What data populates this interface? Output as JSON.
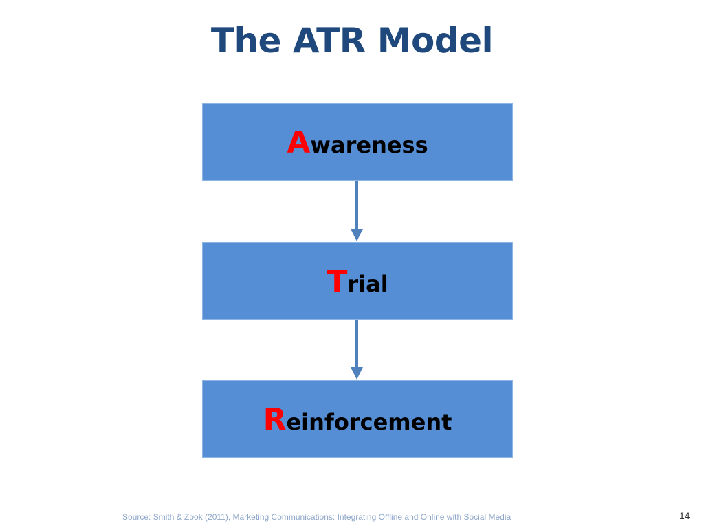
{
  "slide": {
    "title": "The ATR Model",
    "steps": [
      {
        "initial": "A",
        "rest": "wareness"
      },
      {
        "initial": "T",
        "rest": "rial"
      },
      {
        "initial": "R",
        "rest": "einforcement"
      }
    ],
    "source": "Source: Smith & Zook (2011), Marketing Communications: Integrating Offline and Online with Social Media",
    "page_number": "14"
  },
  "colors": {
    "title": "#1f497d",
    "box_fill": "#558ed5",
    "box_border": "#8eb4e3",
    "initial_letter": "#ff0000",
    "arrow": "#4f81bd",
    "source_text": "#8ea6c9"
  }
}
